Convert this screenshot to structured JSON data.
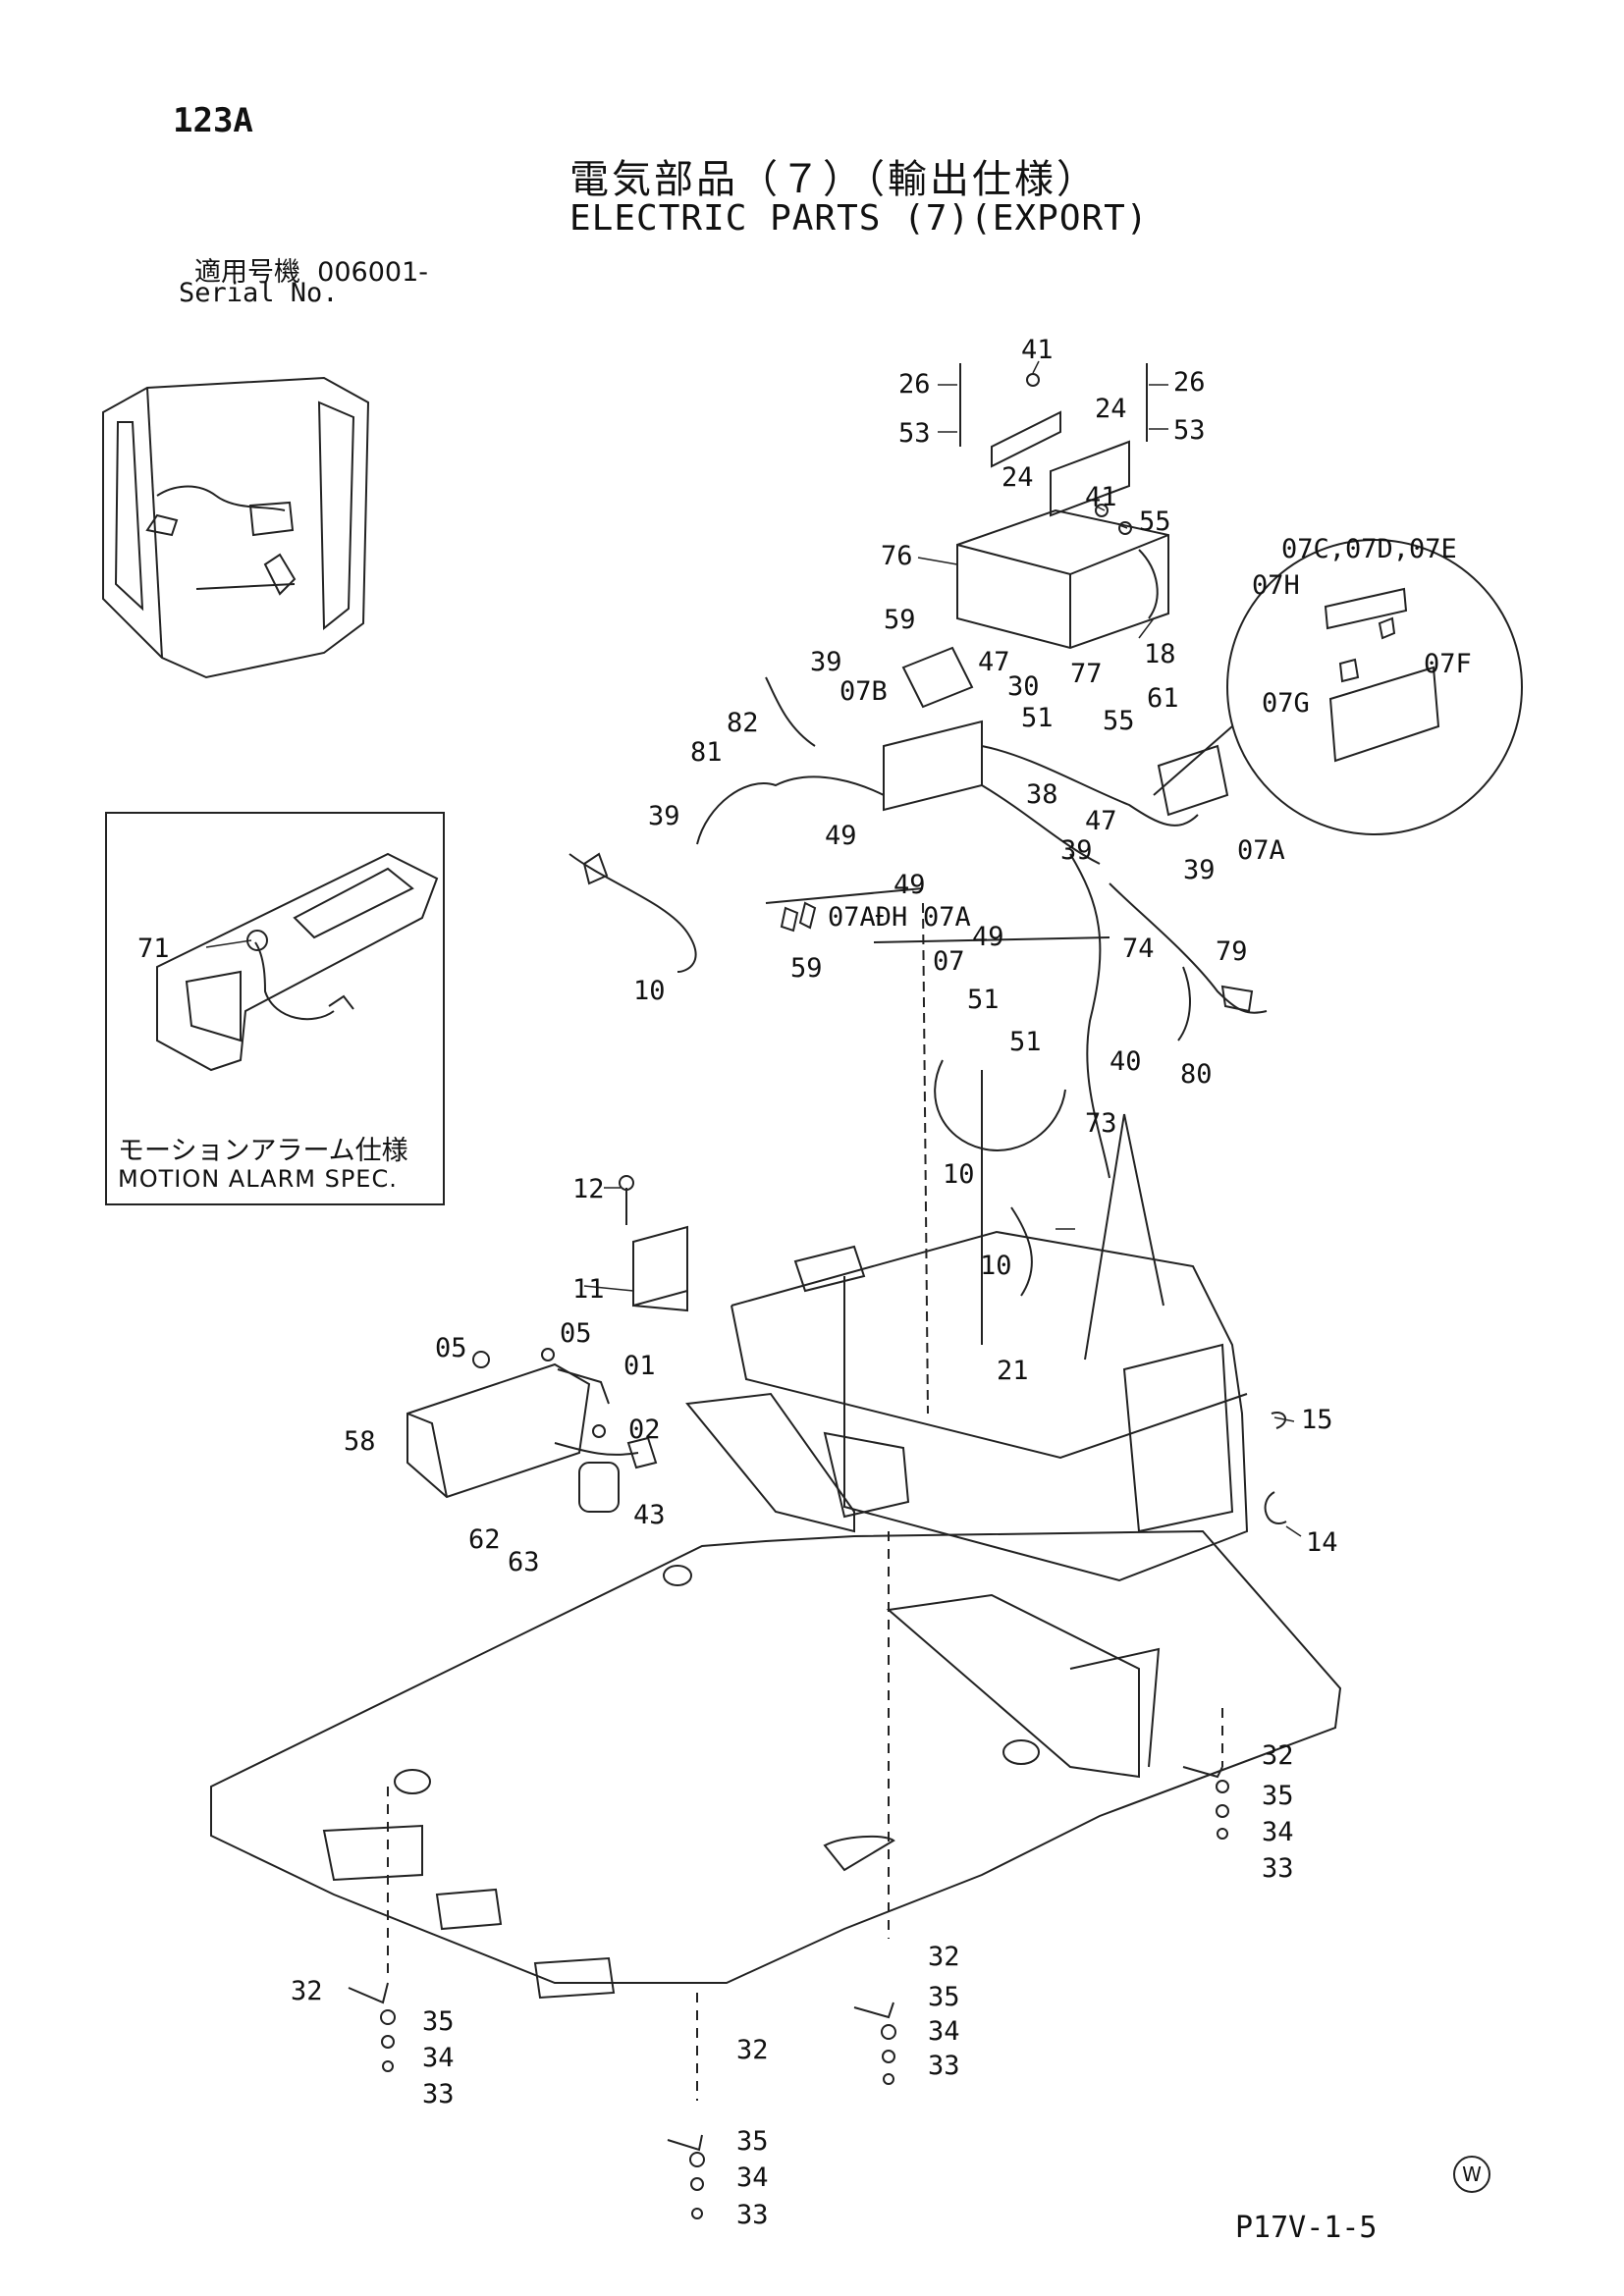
{
  "header": {
    "page_id": "123A",
    "title_jp": "電気部品（７）（輸出仕様）",
    "title_en": "ELECTRIC PARTS (7)(EXPORT)",
    "serial_label_jp": "適用号機",
    "serial_value": "006001-",
    "serial_label_en": "Serial No."
  },
  "inset": {
    "label_jp": "モーションアラーム仕様",
    "label_en": "MOTION ALARM SPEC.",
    "callout": "71"
  },
  "callouts": {
    "c41a": "41",
    "c26a": "26",
    "c26b": "26",
    "c53a": "53",
    "c53b": "53",
    "c24a": "24",
    "c24b": "24",
    "c41b": "41",
    "c55a": "55",
    "c76": "76",
    "c18": "18",
    "c07cde": "07C,07D,07E",
    "c07h": "07H",
    "c07g": "07G",
    "c07f": "07F",
    "c59a": "59",
    "c39a": "39",
    "c47a": "47",
    "c07b": "07B",
    "c30": "30",
    "c77": "77",
    "c82": "82",
    "c51a": "51",
    "c55b": "55",
    "c61": "61",
    "c81": "81",
    "c38": "38",
    "c39b": "39",
    "c49a": "49",
    "c47b": "47",
    "c07a1": "07A",
    "c39c": "39",
    "c39d": "39",
    "c49b": "49",
    "c07adh": "07AĐH",
    "c07a2": "07A",
    "c49c": "49",
    "c74": "74",
    "c79": "79",
    "c07": "07",
    "c59b": "59",
    "c10a": "10",
    "c51b": "51",
    "c80": "80",
    "c51c": "51",
    "c40": "40",
    "c73": "73",
    "c10b": "10",
    "c10c": "10",
    "c12": "12",
    "c11": "11",
    "c21": "21",
    "c05a": "05",
    "c05b": "05",
    "c01": "01",
    "c15": "15",
    "c02": "02",
    "c58": "58",
    "c43": "43",
    "c14": "14",
    "c62": "62",
    "c63": "63",
    "c32a": "32",
    "c35a": "35",
    "c34a": "34",
    "c33a": "33",
    "c32b": "32",
    "c35b": "35",
    "c34b": "34",
    "c33b": "33",
    "c32c": "32",
    "c35c": "35",
    "c34c": "34",
    "c33c": "33",
    "c32d": "32",
    "c35d": "35",
    "c34d": "34",
    "c33d": "33"
  },
  "footer": {
    "page_code": "P17V-1-5",
    "watermark": "W"
  }
}
